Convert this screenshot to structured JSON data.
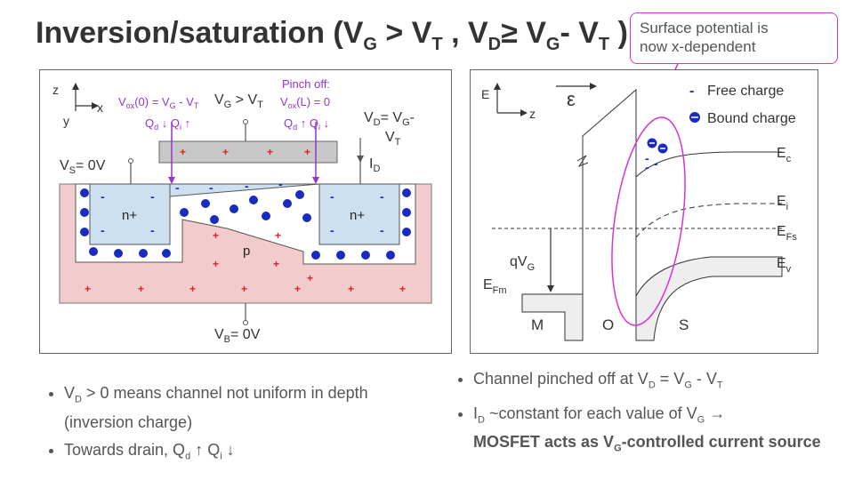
{
  "title": {
    "main": "Inversion/saturation (V",
    "sub_g1": "G",
    "gt": " > V",
    "sub_t1": "T",
    "comma": " , V",
    "sub_d": "D",
    "ge": "≥ V",
    "sub_g2": "G",
    "minus": "- V",
    "sub_t2": "T",
    "close": " )"
  },
  "callout": {
    "line1": "Surface potential is",
    "line2": "now x-dependent"
  },
  "left_diagram": {
    "axis_z": "z",
    "axis_x": "x",
    "axis_y": "y",
    "vs": "V",
    "vs_sub": "S",
    "vs_val": "= 0V",
    "vb": "V",
    "vb_sub": "B",
    "vb_val": "= 0V",
    "vd": "V",
    "vd_sub": "D",
    "vd_val": "= V",
    "vd_sub2": "G",
    "vd_tail": "-",
    "vd_line2": "V",
    "vd_line2_sub": "T",
    "vg": "V",
    "vg_sub": "G",
    "vg_gt": " > V",
    "vg_sub2": "T",
    "id": "I",
    "id_sub": "D",
    "vox0_a": "V",
    "vox0_sub": "ox",
    "vox0_b": "(0) = V",
    "vox0_sub2": "G",
    "vox0_c": " - V",
    "vox0_sub3": "T",
    "qd_left": "Q",
    "qd_left_sub": "d",
    "qd_left_arrow": " ↓ Q",
    "qi_left_sub": "i",
    "qi_left_arrow": " ↑",
    "pinch": "Pinch off:",
    "voxl_a": "V",
    "voxl_sub": "ox",
    "voxl_b": "(L) = 0",
    "qd_right": "Q",
    "qd_right_sub": "d",
    "qd_right_arrow": " ↑ Q",
    "qi_right_sub": "i",
    "qi_right_arrow": " ↓",
    "n_source": "n+",
    "n_drain": "n+",
    "p_label": "p"
  },
  "right_diagram": {
    "axis_e": "E",
    "axis_z": "z",
    "field": "ε",
    "legend_free": "Free charge",
    "legend_bound": "Bound charge",
    "ec": "E",
    "ec_sub": "c",
    "ei": "E",
    "ei_sub": "i",
    "efs": "E",
    "efs_sub": "Fs",
    "ev": "E",
    "ev_sub": "v",
    "qvg": "qV",
    "qvg_sub": "G",
    "efm": "E",
    "efm_sub": "Fm",
    "m": "M",
    "o": "O",
    "s": "S"
  },
  "bullets_left": [
    {
      "a": "V",
      "sub": "D",
      "b": " > 0 means channel not uniform in depth (inversion charge)"
    },
    {
      "a": "Towards drain, Q",
      "sub": "d",
      "b": " ↑ Q",
      "sub2": "i",
      "c": " ↓"
    }
  ],
  "bullets_right": [
    {
      "a": "Channel pinched off at V",
      "sub": "D",
      "b": " = V",
      "sub2": "G",
      "c": " - V",
      "sub3": "T"
    },
    {
      "a": "I",
      "sub": "D",
      "b": " ~constant for each value of V",
      "sub2": "G",
      "c": " →",
      "bold_a": "MOSFET acts as V",
      "bold_sub": "G",
      "bold_b": "-controlled current source"
    }
  ],
  "colors": {
    "accent": "#d633d6",
    "channel_purple": "#9933cc",
    "blue_charge": "#1a2bbf",
    "plus_red": "#e0202a",
    "substrate": "#f2cccc",
    "n_region": "#cce0f0",
    "gate": "#c8c8c8",
    "band_fill": "#eeeeee"
  }
}
